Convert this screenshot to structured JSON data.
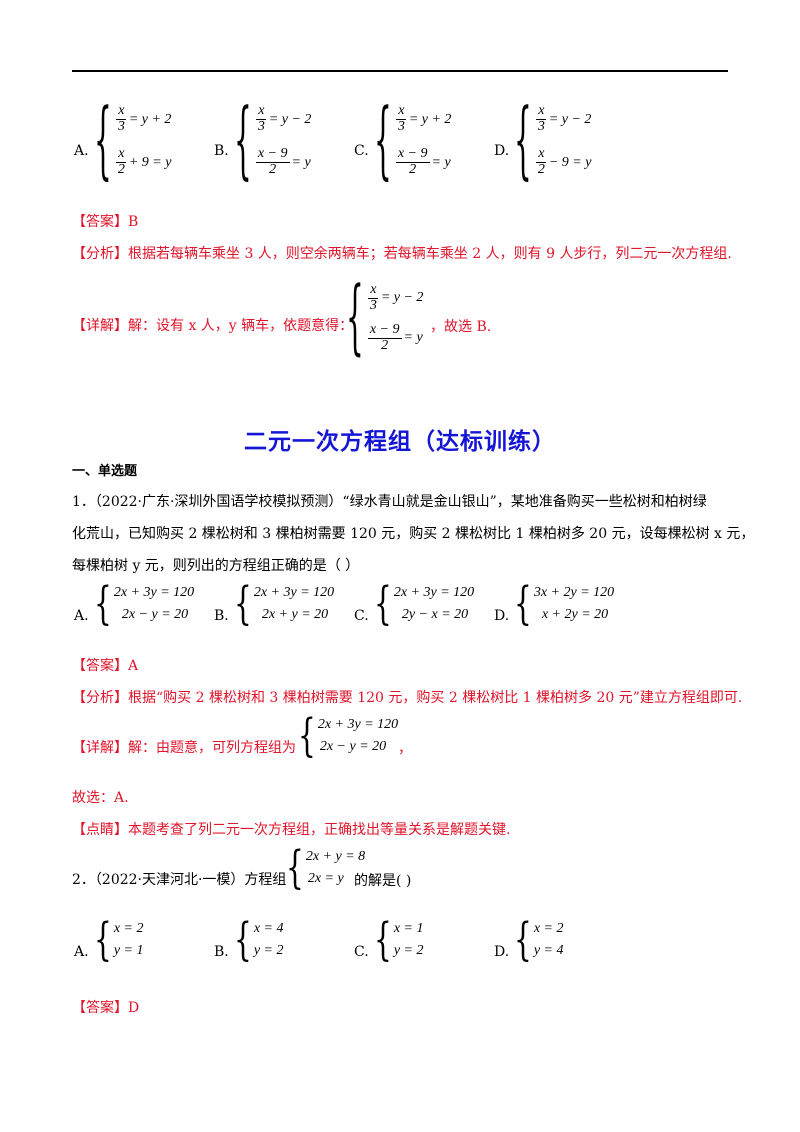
{
  "prev": {
    "options": [
      {
        "label": "A.",
        "eq1_left_num": "x",
        "eq1_left_den": "3",
        "eq1_right": "= y + 2",
        "eq2_num": "x",
        "eq2_den": "2",
        "eq2_rest": "+ 9 = y"
      },
      {
        "label": "B.",
        "eq1_left_num": "x",
        "eq1_left_den": "3",
        "eq1_right": "= y − 2",
        "eq2_num": "x − 9",
        "eq2_den": "2",
        "eq2_rest": "= y"
      },
      {
        "label": "C.",
        "eq1_left_num": "x",
        "eq1_left_den": "3",
        "eq1_right": "= y + 2",
        "eq2_num": "x − 9",
        "eq2_den": "2",
        "eq2_rest": "= y"
      },
      {
        "label": "D.",
        "eq1_left_num": "x",
        "eq1_left_den": "3",
        "eq1_right": "= y − 2",
        "eq2_num": "x",
        "eq2_den": "2",
        "eq2_rest": "− 9 = y"
      }
    ],
    "answer_tag": "【答案】",
    "answer": "B",
    "analysis_tag": "【分析】",
    "analysis": "根据若每辆车乘坐 3 人，则空余两辆车；若每辆车乘坐 2 人，则有 9 人步行，列二元一次方程组.",
    "detail_tag": "【详解】",
    "detail_pre": "解：设有 x 人，y 辆车，依题意得：",
    "detail_eq1_num": "x",
    "detail_eq1_den": "3",
    "detail_eq1_rest": "= y − 2",
    "detail_eq2_num": "x − 9",
    "detail_eq2_den": "2",
    "detail_eq2_rest": "= y",
    "detail_post": "，故选 B."
  },
  "section_title": "二元一次方程组（达标训练）",
  "section_heading": "一、单选题",
  "q1": {
    "text_line1": "1．（2022·广东·深圳外国语学校模拟预测）“绿水青山就是金山银山”，某地准备购买一些松树和柏树绿",
    "text_line2": "化荒山，已知购买 2 棵松树和 3 棵柏树需要 120 元，购买 2 棵松树比 1 棵柏树多 20 元，设每棵松树 x 元，",
    "text_line3": "每棵柏树 y 元，则列出的方程组正确的是（    ）",
    "options": [
      {
        "label": "A.",
        "eq1": "2x + 3y = 120",
        "eq2": "2x − y = 20"
      },
      {
        "label": "B.",
        "eq1": "2x + 3y = 120",
        "eq2": "2x + y = 20"
      },
      {
        "label": "C.",
        "eq1": "2x + 3y = 120",
        "eq2": "2y − x = 20"
      },
      {
        "label": "D.",
        "eq1": "3x + 2y = 120",
        "eq2": "x + 2y = 20"
      }
    ],
    "answer_tag": "【答案】",
    "answer": "A",
    "analysis_tag": "【分析】",
    "analysis": "根据“购买 2 棵松树和 3 棵柏树需要 120 元，购买 2 棵松树比 1 棵柏树多 20 元”建立方程组即可.",
    "detail_tag": "【详解】",
    "detail_pre": "解：由题意，可列方程组为",
    "detail_eq1": "2x + 3y = 120",
    "detail_eq2": "2x − y = 20",
    "detail_post": "，",
    "conclusion": "故选：A.",
    "comment_tag": "【点睛】",
    "comment": "本题考查了列二元一次方程组，正确找出等量关系是解题关键."
  },
  "q2": {
    "text_pre": "2．（2022·天津河北·一模）方程组",
    "eq1": "2x + y = 8",
    "eq2": "2x = y",
    "text_post": "的解是(    )",
    "options": [
      {
        "label": "A.",
        "eq1": "x = 2",
        "eq2": "y = 1"
      },
      {
        "label": "B.",
        "eq1": "x = 4",
        "eq2": "y = 2"
      },
      {
        "label": "C.",
        "eq1": "x = 1",
        "eq2": "y = 2"
      },
      {
        "label": "D.",
        "eq1": "x = 2",
        "eq2": "y = 4"
      }
    ],
    "answer_tag": "【答案】",
    "answer": "D"
  }
}
